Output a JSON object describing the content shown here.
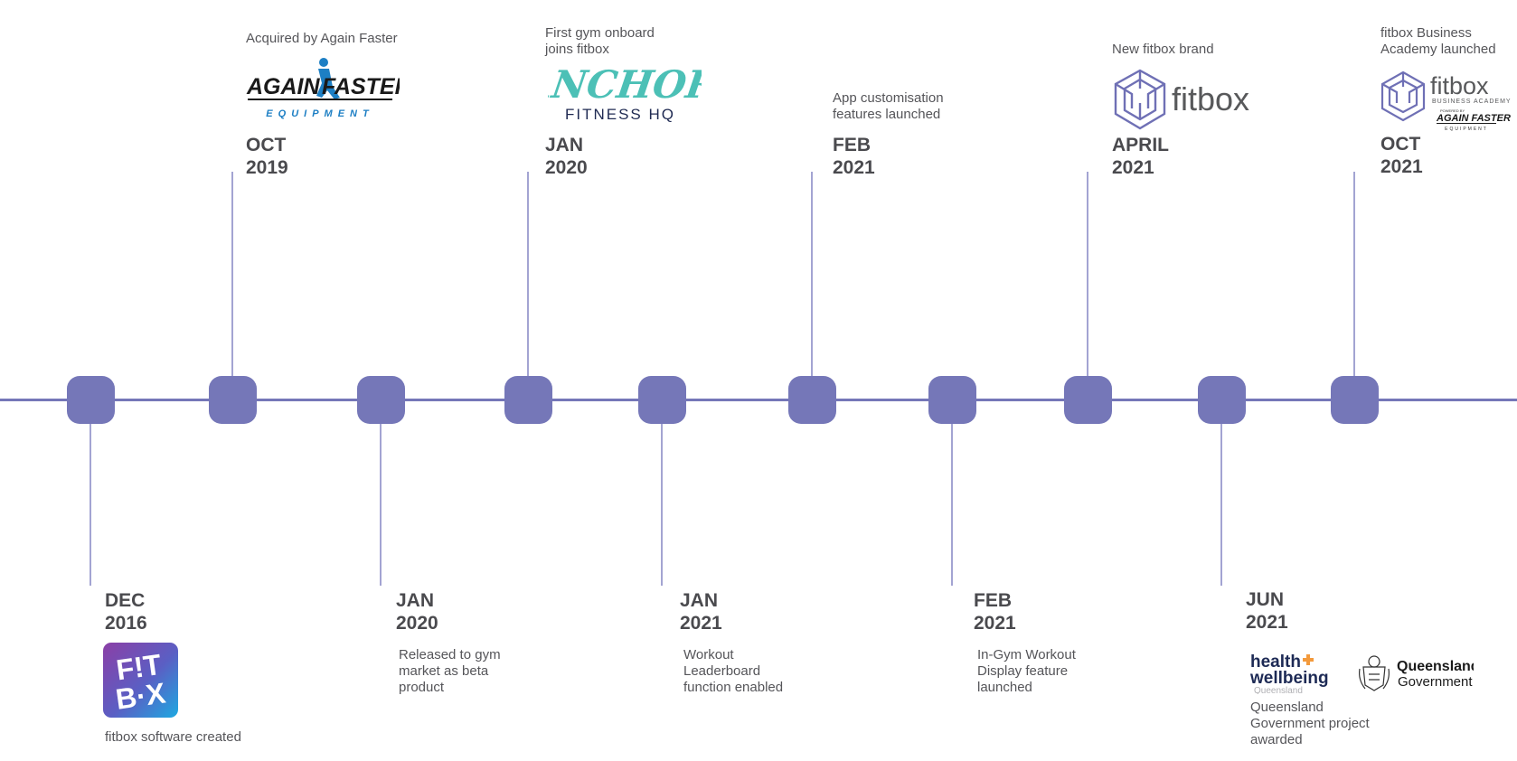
{
  "colors": {
    "accent": "#7577b8",
    "stem": "#a3a4d2",
    "text": "#555559",
    "date": "#4a4a4e"
  },
  "events": [
    {
      "id": "e1",
      "month": "DEC",
      "year": "2016",
      "description": "fitbox software created",
      "logo": "fitbox-square-logo"
    },
    {
      "id": "e2",
      "month": "OCT",
      "year": "2019",
      "description": "Acquired by Again Faster",
      "logo": "again-faster-logo"
    },
    {
      "id": "e3",
      "month": "JAN",
      "year": "2020",
      "description": "Released to gym market as beta product"
    },
    {
      "id": "e4",
      "month": "JAN",
      "year": "2020",
      "description": "First gym onboard joins fitbox",
      "logo": "anchor-fitness-logo"
    },
    {
      "id": "e5",
      "month": "JAN",
      "year": "2021",
      "description": "Workout Leaderboard function enabled"
    },
    {
      "id": "e6",
      "month": "FEB",
      "year": "2021",
      "description": "App customisation features launched"
    },
    {
      "id": "e7",
      "month": "FEB",
      "year": "2021",
      "description": "In-Gym Workout Display feature launched"
    },
    {
      "id": "e8",
      "month": "APRIL",
      "year": "2021",
      "description": "New fitbox brand",
      "logo": "fitbox-brand-logo"
    },
    {
      "id": "e9",
      "month": "JUN",
      "year": "2021",
      "description": "Queensland Government project awarded",
      "logo": "queensland-logos"
    },
    {
      "id": "e10",
      "month": "OCT",
      "year": "2021",
      "description": "fitbox Business Academy launched",
      "logo": "fitbox-business-academy-logo"
    }
  ],
  "logos": {
    "again_faster": {
      "word1": "AGAIN",
      "word2": "FASTER",
      "sub": "EQUIPMENT"
    },
    "anchor": {
      "word": "ANCHOR",
      "sub": "FITNESS HQ"
    },
    "fitbox": {
      "word": "fitbox"
    },
    "academy": {
      "word": "fitbox",
      "sub": "BUSINESS ACADEMY",
      "powered": "POWERED BY",
      "af": "AGAIN FASTER",
      "af_sub": "EQUIPMENT"
    },
    "health": {
      "line1": "health",
      "line2": "wellbeing",
      "line3": "Queensland"
    },
    "qld_gov": {
      "line1": "Queensland",
      "line2": "Government"
    }
  }
}
